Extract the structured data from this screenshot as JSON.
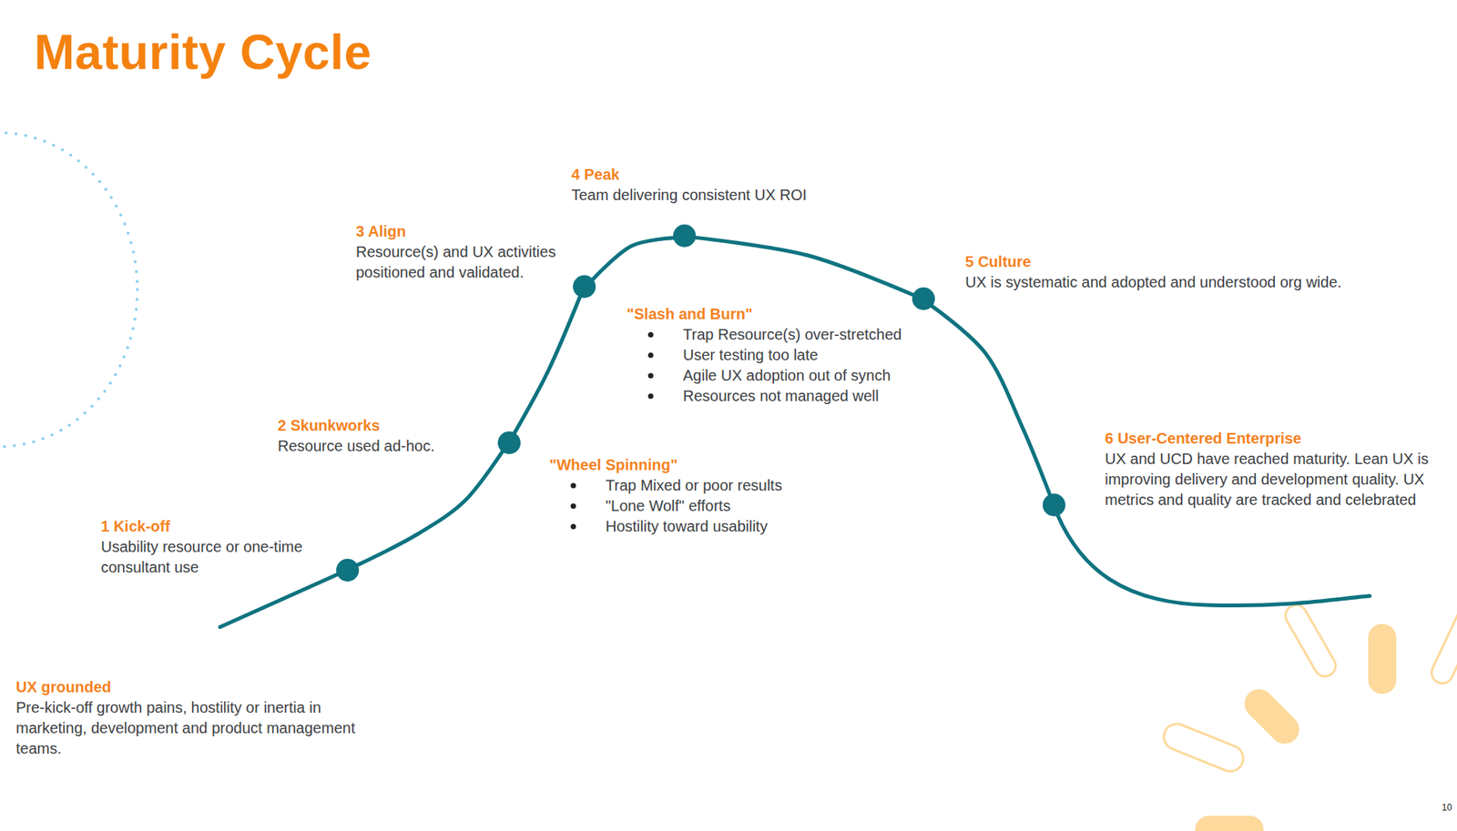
{
  "diagram": {
    "title": "Maturity Cycle",
    "nodes": [
      {
        "text": [
          "1 Kick-off",
          "Usability resource or one-time consultant use"
        ]
      },
      {
        "text": [
          "2 Skunkworks",
          "Resource used ad-hoc."
        ]
      },
      {
        "text": [
          "3 Align",
          "Resource(s) and UX activities positioned and validated."
        ]
      },
      {
        "text": [
          "4 Peak",
          "Team delivering consistent UX ROI"
        ]
      },
      {
        "text": [
          "5 Culture",
          "UX is systematic and adopted and understood org wide."
        ]
      },
      {
        "text": [
          "6 User-Centered Enterprise",
          "UX and UCD have reached maturity. Lean UX is improving delivery and development quality. UX metrics and quality are tracked and celebrated"
        ]
      }
    ],
    "edges": [
      {
        "from": 0,
        "to": 1,
        "arrow": "none"
      },
      {
        "from": 1,
        "to": 2,
        "arrow": "none"
      },
      {
        "from": 2,
        "to": 3,
        "arrow": "none"
      },
      {
        "from": 3,
        "to": 4,
        "arrow": "none"
      },
      {
        "from": 4,
        "to": 5,
        "arrow": "none"
      }
    ],
    "labels": [
      "UX grounded",
      "Pre-kick-off growth pains, hostility or inertia in marketing, development and product management teams.",
      "\"Slash and Burn\"",
      "Trap Resource(s) over-stretched",
      "User testing too late",
      "Agile UX adoption out of synch",
      "Resources not managed well",
      "\"Wheel Spinning\"",
      "Trap Mixed or poor results",
      "\"Lone Wolf\" efforts",
      "Hostility toward usability",
      "10"
    ]
  }
}
